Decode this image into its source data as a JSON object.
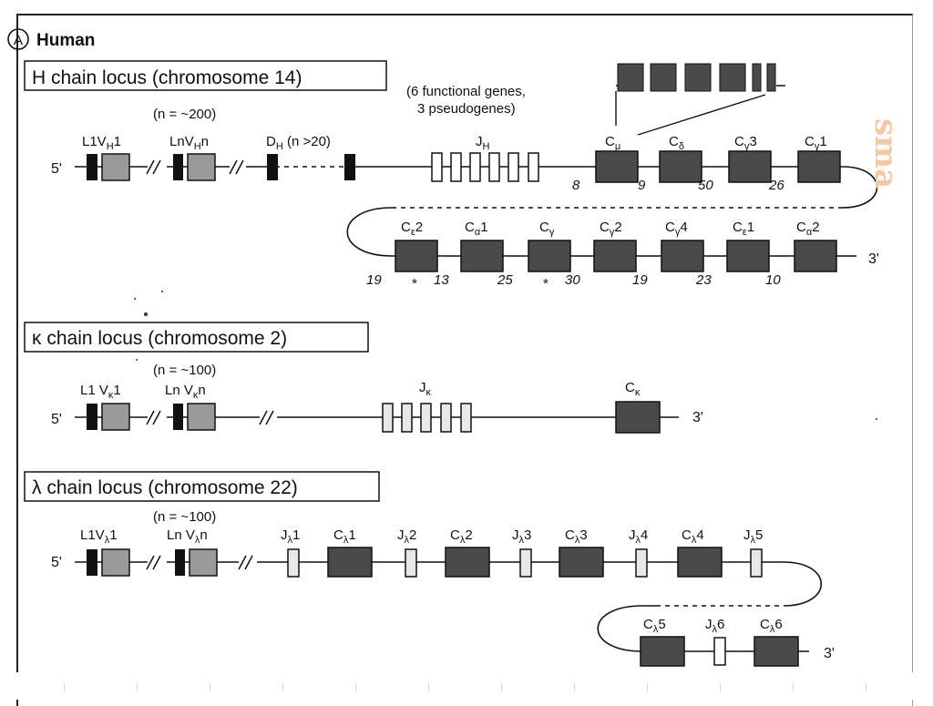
{
  "panel": {
    "marker": "A",
    "title": "Human"
  },
  "heavy": {
    "locus_title": "H chain locus (chromosome 14)",
    "note_line1": "(6 functional genes,",
    "note_line2": "3 pseudogenes)",
    "n_label": "(n = ~200)",
    "five_prime": "5'",
    "three_prime": "3'",
    "row1_labels": [
      {
        "pre": "L1V",
        "sub": "H",
        "post": "1"
      },
      {
        "pre": "LnV",
        "sub": "H",
        "post": "n"
      },
      {
        "pre": "D",
        "sub": "H",
        "post": " (n >20)"
      },
      {
        "pre": "J",
        "sub": "H",
        "post": ""
      },
      {
        "pre": "C",
        "sub": "μ",
        "post": ""
      },
      {
        "pre": "C",
        "sub": "δ",
        "post": ""
      },
      {
        "pre": "C",
        "sub": "γ",
        "post": "3"
      },
      {
        "pre": "C",
        "sub": "γ",
        "post": "1"
      }
    ],
    "row1_numbers": [
      "8",
      "9",
      "50",
      "26"
    ],
    "row2_labels": [
      {
        "pre": "C",
        "sub": "ε",
        "post": "2"
      },
      {
        "pre": "C",
        "sub": "α",
        "post": "1"
      },
      {
        "pre": "C",
        "sub": "γ",
        "post": ""
      },
      {
        "pre": "C",
        "sub": "γ",
        "post": "2"
      },
      {
        "pre": "C",
        "sub": "γ",
        "post": "4"
      },
      {
        "pre": "C",
        "sub": "ε",
        "post": "1"
      },
      {
        "pre": "C",
        "sub": "α",
        "post": "2"
      }
    ],
    "row2_numbers": [
      "19",
      "*",
      "13",
      "25",
      "*",
      "30",
      "19",
      "23",
      "10"
    ]
  },
  "kappa": {
    "locus_title": "κ chain locus (chromosome 2)",
    "n_label": "(n = ~100)",
    "five_prime": "5'",
    "three_prime": "3'",
    "labels": [
      {
        "pre": "L1 V",
        "sub": "κ",
        "post": "1"
      },
      {
        "pre": "Ln V",
        "sub": "κ",
        "post": "n"
      },
      {
        "pre": "J",
        "sub": "κ",
        "post": ""
      },
      {
        "pre": "C",
        "sub": "κ",
        "post": ""
      }
    ]
  },
  "lambda": {
    "locus_title": "λ chain locus (chromosome 22)",
    "n_label": "(n = ~100)",
    "five_prime": "5'",
    "three_prime": "3'",
    "row1_labels": [
      {
        "pre": "L1V",
        "sub": "λ",
        "post": "1"
      },
      {
        "pre": "Ln V",
        "sub": "λ",
        "post": "n"
      },
      {
        "pre": "J",
        "sub": "λ",
        "post": "1"
      },
      {
        "pre": "C",
        "sub": "λ",
        "post": "1"
      },
      {
        "pre": "J",
        "sub": "λ",
        "post": "2"
      },
      {
        "pre": "C",
        "sub": "λ",
        "post": "2"
      },
      {
        "pre": "J",
        "sub": "λ",
        "post": "3"
      },
      {
        "pre": "C",
        "sub": "λ",
        "post": "3"
      },
      {
        "pre": "J",
        "sub": "λ",
        "post": "4"
      },
      {
        "pre": "C",
        "sub": "λ",
        "post": "4"
      },
      {
        "pre": "J",
        "sub": "λ",
        "post": "5"
      }
    ],
    "row2_labels": [
      {
        "pre": "C",
        "sub": "λ",
        "post": "5"
      },
      {
        "pre": "J",
        "sub": "λ",
        "post": "6"
      },
      {
        "pre": "C",
        "sub": "λ",
        "post": "6"
      }
    ]
  },
  "watermark": "sma",
  "colors": {
    "constant_fill": "#4a4a4a",
    "variable_fill": "#9a9a9a",
    "leader_fill": "#111111",
    "j_fill": "#ffffff",
    "watermark": "#f4c9a4"
  }
}
